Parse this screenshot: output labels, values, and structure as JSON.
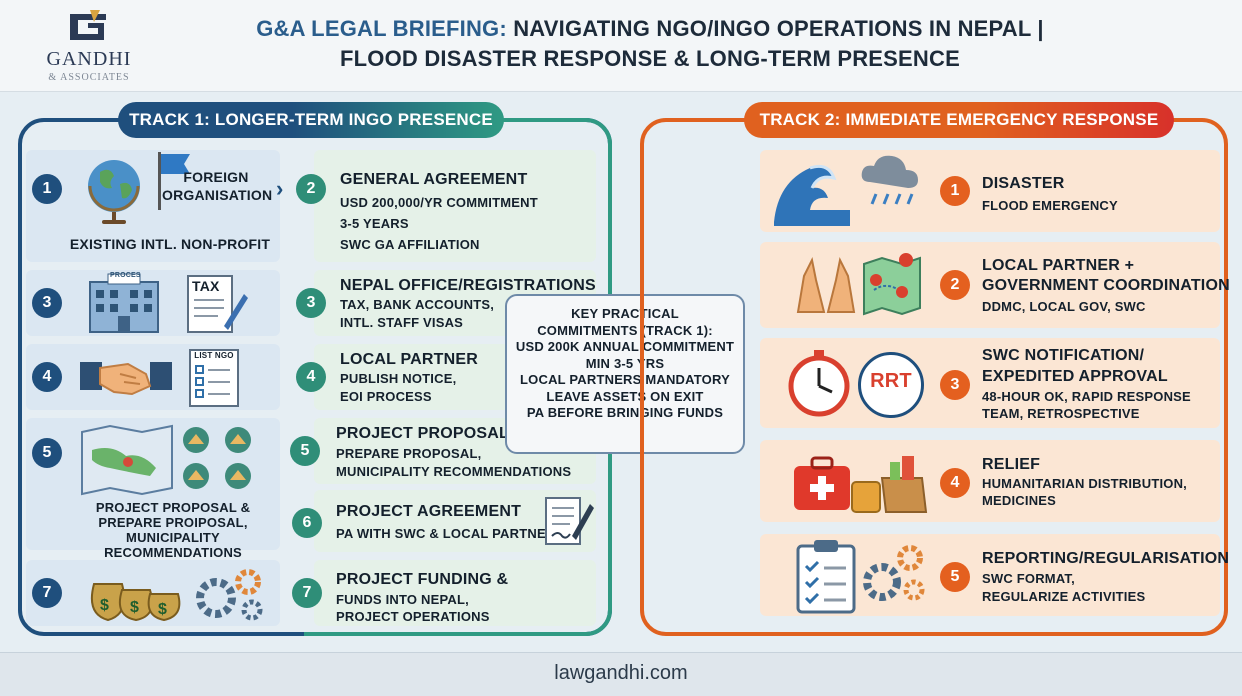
{
  "logo": {
    "name": "GANDHI",
    "sub": "& ASSOCIATES"
  },
  "title": {
    "line1_highlight": "G&A LEGAL BRIEFING:",
    "line1_rest": " NAVIGATING NGO/INGO OPERATIONS IN NEPAL |",
    "line2": "FLOOD DISASTER RESPONSE & LONG-TERM PRESENCE"
  },
  "track1": {
    "label": "TRACK 1: LONGER-TERM INGO PRESENCE",
    "left": [
      {
        "num": "1",
        "flag_text": "FOREIGN ORGANISATION",
        "caption": "EXISTING INTL. NON-PROFIT",
        "icons": [
          "globe-icon",
          "flag-icon"
        ]
      },
      {
        "num": "3",
        "tag1": "PROCES",
        "tag2": "TAX",
        "icons": [
          "building-icon",
          "tax-form-icon"
        ]
      },
      {
        "num": "4",
        "tag": "LIST NGO",
        "icons": [
          "handshake-icon",
          "checklist-icon"
        ]
      },
      {
        "num": "5",
        "caption": "PROJECT PROPOSAL & PREPARE PROIPOSAL, MUNICIPALITY RECOMMENDATIONS",
        "icons": [
          "nepal-map-icon",
          "municipality-icons"
        ]
      },
      {
        "num": "7",
        "icons": [
          "money-bags-icon",
          "gears-icon"
        ]
      }
    ],
    "right": [
      {
        "num": "2",
        "title": "GENERAL AGREEMENT",
        "lines": [
          "USD 200,000/YR COMMITMENT",
          "3-5 YEARS",
          "SWC GA AFFILIATION"
        ]
      },
      {
        "num": "3",
        "title": "NEPAL OFFICE/REGISTRATIONS",
        "lines": [
          "TAX, BANK ACCOUNTS,",
          "INTL. STAFF VISAS"
        ]
      },
      {
        "num": "4",
        "title": "LOCAL PARTNER",
        "lines": [
          "PUBLISH NOTICE,",
          "EOI PROCESS"
        ]
      },
      {
        "num": "5",
        "title": "PROJECT PROPOSAL",
        "lines": [
          "PREPARE PROPOSAL,",
          "MUNICIPALITY RECOMMENDATIONS"
        ]
      },
      {
        "num": "6",
        "title": "PROJECT AGREEMENT",
        "lines": [
          "PA WITH SWC & LOCAL PARTNER"
        ]
      },
      {
        "num": "7",
        "title": "PROJECT FUNDING &",
        "lines": [
          "FUNDS INTO NEPAL,",
          "PROJECT OPERATIONS"
        ]
      }
    ]
  },
  "key": {
    "lines": [
      "KEY PRACTICAL",
      "COMMITMENTS (TRACK 1):",
      "USD 200K ANNUAL COMMITMENT",
      "MIN 3-5 YRS",
      "LOCAL PARTNERS MANDATORY",
      "LEAVE ASSETS ON EXIT",
      "PA BEFORE BRINGING FUNDS"
    ]
  },
  "track2": {
    "label": "TRACK 2: IMMEDIATE EMERGENCY RESPONSE",
    "steps": [
      {
        "num": "1",
        "title": [
          "DISASTER"
        ],
        "lines": [
          "FLOOD EMERGENCY"
        ]
      },
      {
        "num": "2",
        "title": [
          "LOCAL PARTNER +",
          "GOVERNMENT COORDINATION"
        ],
        "lines": [
          "DDMC, LOCAL GOV, SWC"
        ]
      },
      {
        "num": "3",
        "title": [
          "SWC NOTIFICATION/",
          "EXPEDITED APPROVAL"
        ],
        "lines": [
          "48-HOUR OK, RAPID RESPONSE",
          "TEAM, RETROSPECTIVE"
        ],
        "badge": "RRT"
      },
      {
        "num": "4",
        "title": [
          "RELIEF"
        ],
        "lines": [
          "HUMANITARIAN DISTRIBUTION,",
          "MEDICINES"
        ]
      },
      {
        "num": "5",
        "title": [
          "REPORTING/REGULARISATION"
        ],
        "lines": [
          "SWC FORMAT,",
          "REGULARIZE ACTIVITIES"
        ]
      }
    ]
  },
  "colors": {
    "navy": "#1f4f7d",
    "teal": "#2f9a83",
    "orange": "#e0611f",
    "red": "#d8312a"
  },
  "footer": {
    "site": "lawgandhi.com"
  }
}
